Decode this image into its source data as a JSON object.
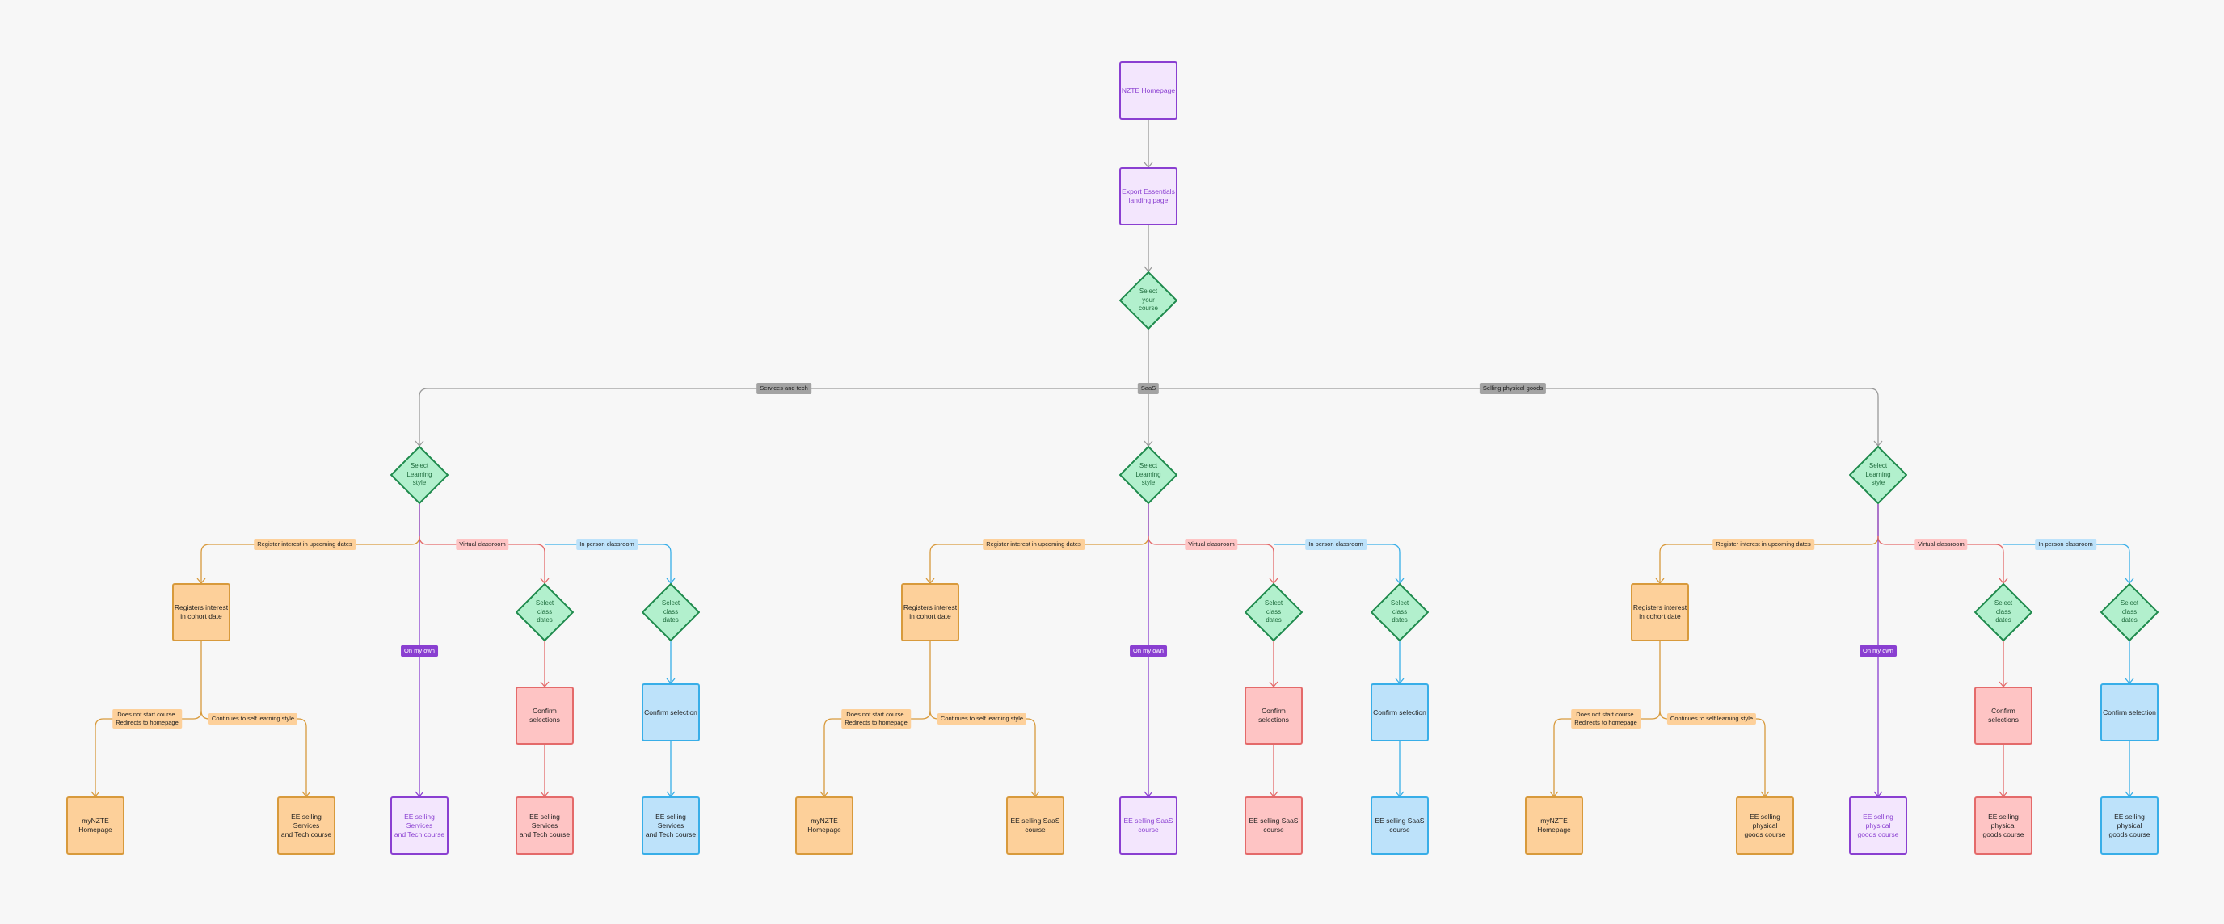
{
  "colors": {
    "background": "#f7f7f7",
    "gray": "#9a9a9a",
    "purple": "#8a3fd1",
    "orange": "#d89a3c",
    "red": "#e46a6a",
    "blue": "#38aee8",
    "green": "#1e8a4c"
  },
  "top": {
    "homepage": "NZTE Homepage",
    "landing": "Export Essentials\nlanding page",
    "select_course": "Select\nyour\ncourse"
  },
  "branch_labels": {
    "services": "Services and tech",
    "saas": "SaaS",
    "goods": "Selling physical goods"
  },
  "branches": [
    {
      "key": "services",
      "learning_style": "Select\nLearning\nstyle",
      "edge_register": "Register interest in upcoming dates",
      "edge_virtual": "Virtual classroom",
      "edge_inperson": "In person classroom",
      "edge_own": "On my own",
      "registers": "Registers interest\nin cohort date",
      "select_dates_virtual": "Select\nclass\ndates",
      "select_dates_inperson": "Select\nclass\ndates",
      "confirm_virtual": "Confirm selections",
      "confirm_inperson": "Confirm selection",
      "edge_no_start": "Does not start course.\nRedirects to homepage",
      "edge_continue": "Continues to self learning style",
      "end_homepage": "myNZTE\nHomepage",
      "end_orange": "EE selling Services\nand Tech course",
      "end_purple": "EE selling Services\nand Tech course",
      "end_red": "EE selling Services\nand Tech course",
      "end_blue": "EE selling Services\nand Tech course"
    },
    {
      "key": "saas",
      "learning_style": "Select\nLearning\nstyle",
      "edge_register": "Register interest in upcoming dates",
      "edge_virtual": "Virtual classroom",
      "edge_inperson": "In person classroom",
      "edge_own": "On my own",
      "registers": "Registers interest\nin cohort date",
      "select_dates_virtual": "Select\nclass\ndates",
      "select_dates_inperson": "Select\nclass\ndates",
      "confirm_virtual": "Confirm selections",
      "confirm_inperson": "Confirm selection",
      "edge_no_start": "Does not start course.\nRedirects to homepage",
      "edge_continue": "Continues to self learning style",
      "end_homepage": "myNZTE\nHomepage",
      "end_orange": "EE selling SaaS\ncourse",
      "end_purple": "EE selling SaaS\ncourse",
      "end_red": "EE selling SaaS\ncourse",
      "end_blue": "EE selling SaaS\ncourse"
    },
    {
      "key": "goods",
      "learning_style": "Select\nLearning\nstyle",
      "edge_register": "Register interest in upcoming dates",
      "edge_virtual": "Virtual classroom",
      "edge_inperson": "In person classroom",
      "edge_own": "On my own",
      "registers": "Registers interest\nin cohort date",
      "select_dates_virtual": "Select\nclass\ndates",
      "select_dates_inperson": "Select\nclass\ndates",
      "confirm_virtual": "Confirm selections",
      "confirm_inperson": "Confirm selection",
      "edge_no_start": "Does not start course.\nRedirects to homepage",
      "edge_continue": "Continues to self learning style",
      "end_homepage": "myNZTE\nHomepage",
      "end_orange": "EE selling physical\ngoods course",
      "end_purple": "EE selling physical\ngoods course",
      "end_red": "EE selling physical\ngoods course",
      "end_blue": "EE selling physical\ngoods course"
    }
  ]
}
